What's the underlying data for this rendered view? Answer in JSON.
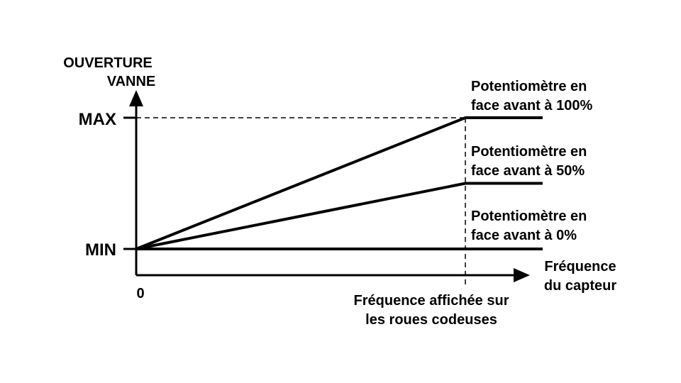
{
  "y_axis": {
    "label_lines": [
      "OUVERTURE",
      "VANNE"
    ],
    "max_label": "MAX",
    "min_label": "MIN"
  },
  "x_axis": {
    "origin_label": "0",
    "label_lines": [
      "Fréquence",
      "du capteur"
    ],
    "marker_label_lines": [
      "Fréquence affichée sur",
      "les roues codeuses"
    ]
  },
  "curves": [
    {
      "label_lines": [
        "Potentiomètre en",
        "face avant à 100%"
      ],
      "plateau_level": 1.0
    },
    {
      "label_lines": [
        "Potentiomètre en",
        "face avant à 50%"
      ],
      "plateau_level": 0.5
    },
    {
      "label_lines": [
        "Potentiomètre en",
        "face avant à 0%"
      ],
      "plateau_level": 0.0
    }
  ],
  "colors": {
    "ink": "#000000",
    "background": "#ffffff"
  }
}
